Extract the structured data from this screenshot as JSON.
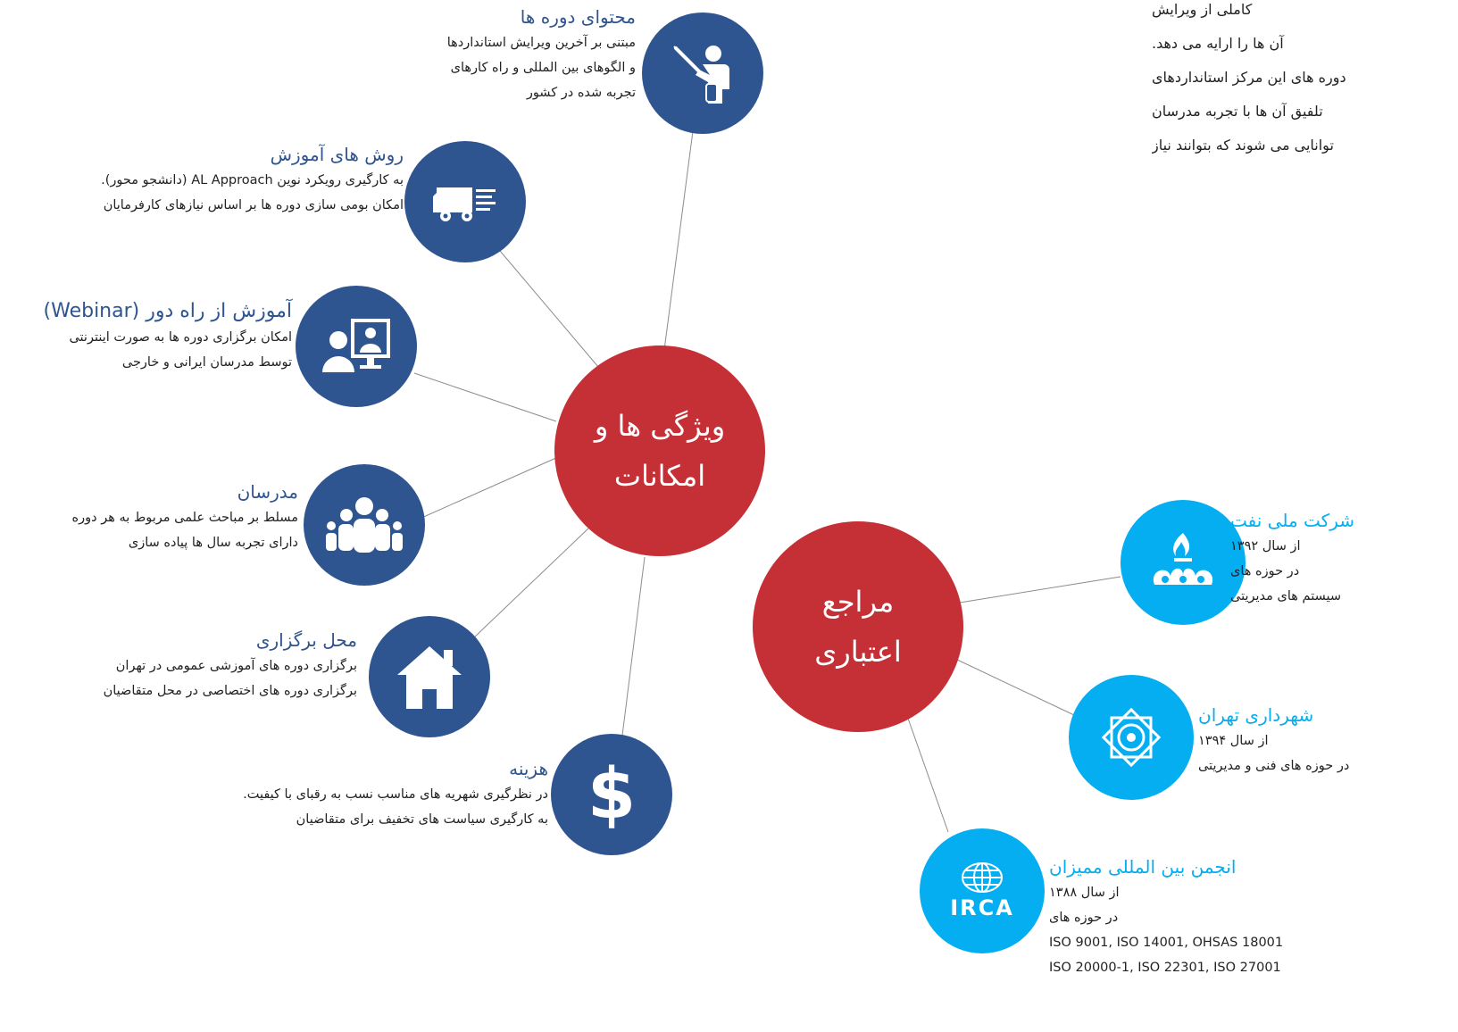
{
  "intro_lines": [
    "کاملی از ویرایش",
    "آن ها را ارایه می دهد.",
    "دوره های این مرکز استانداردهای",
    "تلفیق آن ها با تجربه مدرسان",
    "توانایی می شوند که بتوانند نیاز"
  ],
  "hub_features": {
    "line1": "ویژگی ها و",
    "line2": "امکانات"
  },
  "hub_references": {
    "line1": "مراجع",
    "line2": "اعتباری"
  },
  "features": [
    {
      "icon": "presenter-icon",
      "title": "محتوای دوره ها",
      "lines": [
        "مبتنی بر آخرین ویرایش استانداردها",
        "و الگوهای بین المللی و راه کارهای",
        "تجربه شده در کشور"
      ]
    },
    {
      "icon": "delivery-truck-icon",
      "title": "روش های آموزش",
      "lines": [
        "به کارگیری رویکرد نوین AL Approach (دانشجو محور).",
        "امکان بومی سازی دوره ها بر اساس نیازهای کارفرمایان"
      ]
    },
    {
      "icon": "webinar-icon",
      "title": "آموزش از راه دور (Webinar)",
      "lines": [
        "امکان برگزاری دوره ها به صورت اینترنتی",
        "توسط مدرسان ایرانی و خارجی"
      ]
    },
    {
      "icon": "people-group-icon",
      "title": "مدرسان",
      "lines": [
        "مسلط بر مباحث علمی مربوط به هر دوره",
        "دارای تجربه سال ها پیاده سازی"
      ]
    },
    {
      "icon": "house-icon",
      "title": "محل برگزاری",
      "lines": [
        "برگزاری دوره های آموزشی عمومی در تهران",
        "برگزاری دوره های اختصاصی در محل متقاضیان"
      ]
    },
    {
      "icon": "dollar-icon",
      "title": "هزینه",
      "lines": [
        "در نظرگیری شهریه های مناسب نسب به رقبای با کیفیت.",
        "به کارگیری سیاست های تخفیف برای متقاضیان"
      ]
    }
  ],
  "references": [
    {
      "icon": "nioc-logo-icon",
      "title": "شرکت ملی نفت",
      "lines": [
        "از سال ۱۳۹۲",
        "در حوزه های",
        "سیستم های مدیریتی"
      ]
    },
    {
      "icon": "tehran-municipality-logo-icon",
      "title": "شهرداری تهران",
      "lines": [
        "از سال ۱۳۹۴",
        "در حوزه های فنی و مدیریتی"
      ]
    },
    {
      "icon": "irca-logo-icon",
      "title": "انجمن بین المللی ممیزان",
      "logo_text": "IRCA",
      "lines": [
        "از سال ۱۳۸۸",
        "در حوزه های"
      ],
      "iso_lines": [
        "ISO 9001, ISO 14001, OHSAS 18001",
        "ISO 20000-1, ISO 22301, ISO 27001"
      ]
    }
  ],
  "colors": {
    "feature_blue": "#2e5590",
    "reference_cyan": "#04aef0",
    "hub_red": "#c53036",
    "connector": "#8c8c8c"
  }
}
